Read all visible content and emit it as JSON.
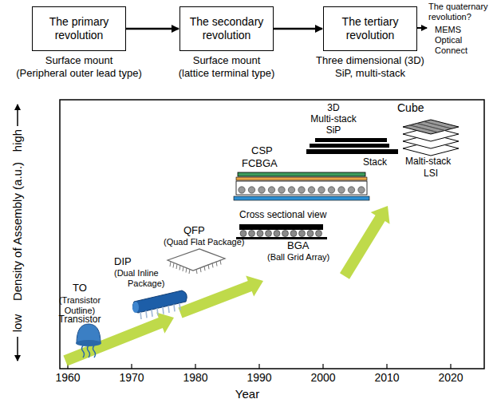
{
  "diagram": {
    "nodes": [
      {
        "text": [
          "The primary revolution",
          "Surface mount",
          "(Peripheral outer lead type)"
        ]
      },
      {
        "text": [
          "The secondary revolution",
          "Surface mount",
          "(lattice terminal type)"
        ]
      },
      {
        "text": [
          "The tertiary revolution",
          "Three dimensional (3D)",
          "SiP, multi-stack"
        ]
      }
    ],
    "edges": [
      {
        "from": 0,
        "to": 1,
        "arrow": "to"
      },
      {
        "from": 1,
        "to": 2,
        "arrow": "to"
      }
    ],
    "labels": [
      "The quaternary revolution?",
      "MEMS",
      "Optical",
      "Connect",
      "Density of Assembly (a.u.)",
      "high",
      "low",
      "Year",
      "1960",
      "1970",
      "1980",
      "1990",
      "2000",
      "2010",
      "2020",
      "TO",
      "(Transistor",
      "Outline)",
      "Transistor",
      "DIP",
      "(Dual Inline",
      "Package)",
      "QFP",
      "(Quad Flat Package)",
      "Cross sectional view",
      "BGA",
      "(Ball Grid Array)",
      "CSP",
      "FCBGA",
      "Stack",
      "3D",
      "Multi-stack",
      "SiP",
      "Cube",
      "Malti-stack",
      "LSI"
    ]
  }
}
